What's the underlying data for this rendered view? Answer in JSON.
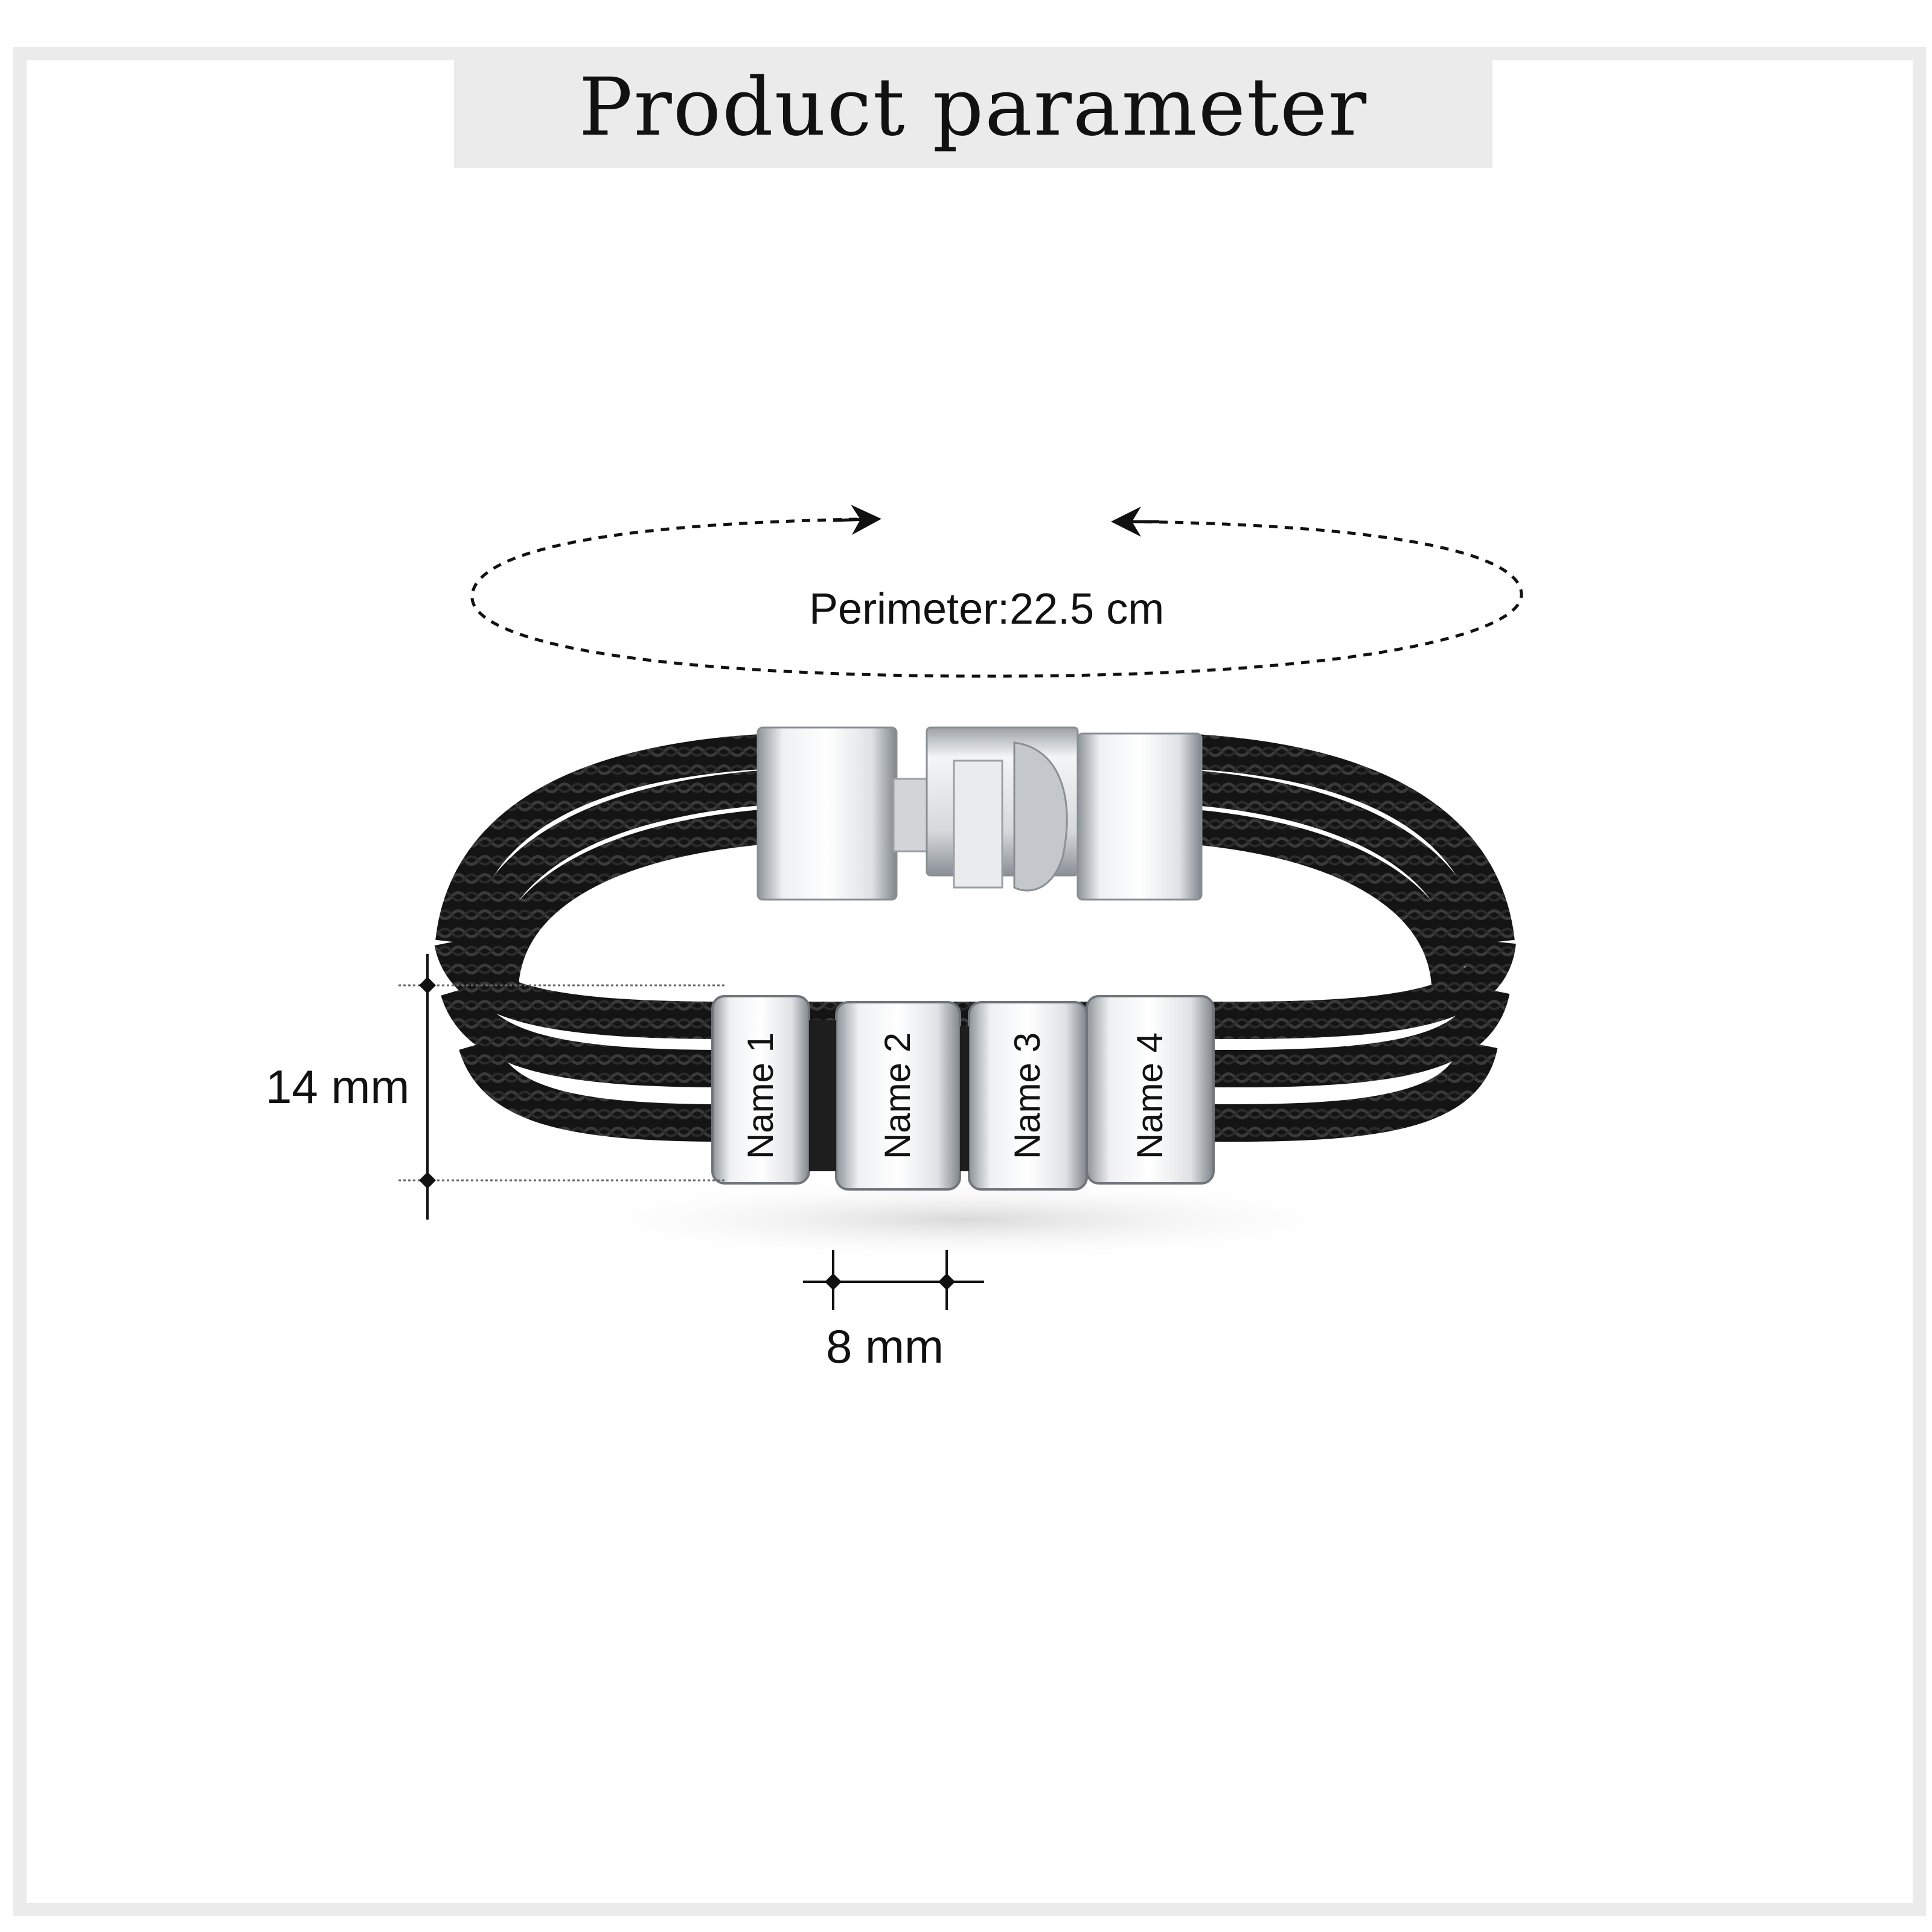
{
  "title": "Product parameter",
  "perimeter_label": "Perimeter:22.5 cm",
  "height_label": "14 mm",
  "width_label": "8 mm",
  "beads": [
    "Name 1",
    "Name 2",
    "Name 3",
    "Name 4"
  ],
  "colors": {
    "frame": "#ecebec",
    "title_band": "#ecebec",
    "leather": "#1a1a1a",
    "steel": "#c9ccd0"
  }
}
